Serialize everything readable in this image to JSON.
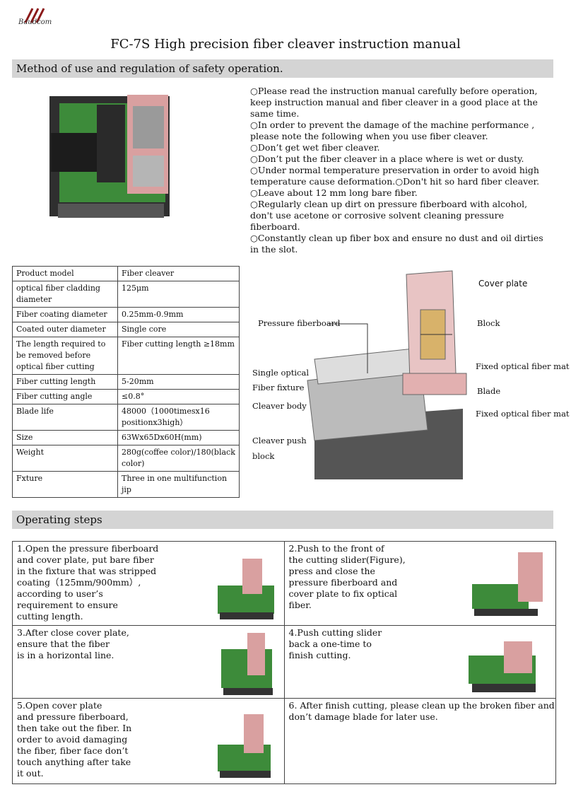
{
  "brand": {
    "name": "Baudcom"
  },
  "title": "FC-7S High precision fiber cleaver instruction manual",
  "section1": {
    "heading": "Method of use and regulation of safety operation."
  },
  "intro_lines": [
    "○Please read the instruction manual carefully before operation,",
    "keep instruction manual and fiber cleaver in a good place at the",
    "same time.",
    "○In order to prevent the damage of the machine performance ,",
    "please note the following when you use    fiber cleaver.",
    "○Don’t get wet fiber cleaver.",
    "○Don’t put the fiber cleaver in a place where is wet or dusty.",
    "○Under normal temperature preservation in order to avoid high",
    "temperature cause deformation.○Don't hit so hard fiber cleaver.",
    "○Leave about 12 mm long bare fiber.",
    "○Regularly clean up dirt on pressure fiberboard     with alcohol,",
    "don't use acetone or corrosive solvent cleaning pressure fiberboard.",
    "○Constantly clean up fiber box and ensure no dust and oil dirties",
    "in the slot."
  ],
  "spec_table": [
    {
      "k": "Product model",
      "v": "Fiber cleaver"
    },
    {
      "k": "optical fiber cladding diameter",
      "v": "125μm"
    },
    {
      "k": "Fiber coating diameter",
      "v": "0.25mm-0.9mm"
    },
    {
      "k": "Coated outer diameter",
      "v": "Single core"
    },
    {
      "k": "The length required to be removed before optical fiber cutting",
      "v": "Fiber cutting length ≥18mm"
    },
    {
      "k": "Fiber cutting length",
      "v": "5-20mm"
    },
    {
      "k": "Fiber cutting angle",
      "v": "≤0.8°"
    },
    {
      "k": "Blade life",
      "v": "48000（1000timesx16 positionx3high）"
    },
    {
      "k": "Size",
      "v": "63Wx65Dx60H(mm)"
    },
    {
      "k": "Weight",
      "v": "280g(coffee color)/180(black color)"
    },
    {
      "k": "Fxture",
      "v": "Three in one multifunction jip"
    }
  ],
  "diagram_labels": {
    "cover_plate": "Cover plate",
    "block": "Block",
    "fixed_mat_1": "Fixed optical fiber mat",
    "blade": "Blade",
    "fixed_mat_2": "Fixed optical fiber mat",
    "pressure_fiberboard": "Pressure fiberboard",
    "single_optical": "Single optical",
    "fiber_fixture": "Fiber fixture",
    "cleaver_body": "Cleaver body",
    "cleaver_push": "Cleaver push",
    "block2": "block"
  },
  "section2": {
    "heading": "Operating steps"
  },
  "steps": {
    "s1": [
      "1.Open the pressure fiberboard",
      "and cover plate, put bare fiber",
      "in the fixture that was stripped",
      "coating（125mm/900mm）,",
      "according to user’s",
      "requirement to ensure",
      "cutting length."
    ],
    "s2": [
      "2.Push to the front of",
      "  the cutting slider(Figure),",
      "  press and close the",
      "pressure fiberboard and",
      "cover plate to fix optical",
      "  fiber."
    ],
    "s3": [
      "3.After close cover plate,",
      "  ensure that the fiber",
      "is in a horizontal line."
    ],
    "s4": [
      "4.Push cutting slider",
      "  back a one-time to",
      "finish cutting."
    ],
    "s5": [
      "5.Open cover plate",
      "  and pressure fiberboard,",
      "then take out the fiber. In",
      "order to avoid damaging",
      "the fiber, fiber face don’t",
      "touch anything after take",
      "it out."
    ],
    "s6": [
      "6. After finish cutting, please clean up the broken fiber and",
      "don’t damage blade for later use."
    ]
  }
}
